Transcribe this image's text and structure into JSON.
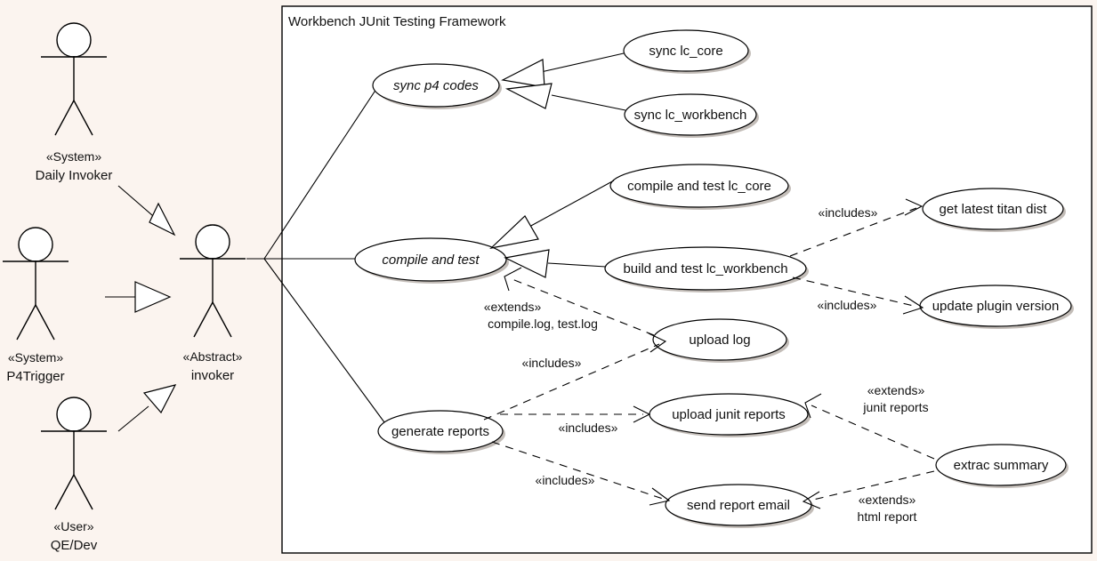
{
  "diagram": {
    "kind": "uml-use-case-diagram",
    "background_color": "#fbf4ef",
    "frame_background_color": "#ffffff",
    "line_color": "#000000",
    "frame": {
      "title": "Workbench JUnit Testing Framework"
    },
    "actors": [
      {
        "id": "daily-invoker",
        "stereotype": "«System»",
        "name": "Daily Invoker"
      },
      {
        "id": "p4trigger",
        "stereotype": "«System»",
        "name": "P4Trigger"
      },
      {
        "id": "qe-dev",
        "stereotype": "«User»",
        "name": "QE/Dev"
      },
      {
        "id": "invoker",
        "stereotype": "«Abstract»",
        "name": "invoker"
      }
    ],
    "use_cases": [
      {
        "id": "sync-p4-codes",
        "label": "sync p4 codes",
        "abstract": true
      },
      {
        "id": "sync-lc-core",
        "label": "sync lc_core",
        "abstract": false
      },
      {
        "id": "sync-lc-workbench",
        "label": "sync lc_workbench",
        "abstract": false
      },
      {
        "id": "compile-and-test",
        "label": "compile and test",
        "abstract": true
      },
      {
        "id": "compile-and-test-lc-core",
        "label": "compile and test lc_core",
        "abstract": false
      },
      {
        "id": "build-and-test-lc-workbench",
        "label": "build and test lc_workbench",
        "abstract": false
      },
      {
        "id": "get-latest-titan-dist",
        "label": "get latest titan dist",
        "abstract": false
      },
      {
        "id": "update-plugin-version",
        "label": "update plugin version",
        "abstract": false
      },
      {
        "id": "upload-log",
        "label": "upload log",
        "abstract": false
      },
      {
        "id": "generate-reports",
        "label": "generate reports",
        "abstract": false
      },
      {
        "id": "upload-junit-reports",
        "label": "upload junit reports",
        "abstract": false
      },
      {
        "id": "send-report-email",
        "label": "send report email",
        "abstract": false
      },
      {
        "id": "extrac-summary",
        "label": "extrac summary",
        "abstract": false
      }
    ],
    "relationship_labels": [
      {
        "id": "extends-compile-log",
        "stereotype": "«extends»",
        "detail": "compile.log, test.log"
      },
      {
        "id": "includes-upload-log",
        "stereotype": "«includes»",
        "detail": ""
      },
      {
        "id": "includes-titan",
        "stereotype": "«includes»",
        "detail": ""
      },
      {
        "id": "includes-plugin",
        "stereotype": "«includes»",
        "detail": ""
      },
      {
        "id": "includes-junit",
        "stereotype": "«includes»",
        "detail": ""
      },
      {
        "id": "includes-email",
        "stereotype": "«includes»",
        "detail": ""
      },
      {
        "id": "extends-junit-reports",
        "stereotype": "«extends»",
        "detail": "junit reports"
      },
      {
        "id": "extends-html-report",
        "stereotype": "«extends»",
        "detail": "html report"
      }
    ]
  }
}
